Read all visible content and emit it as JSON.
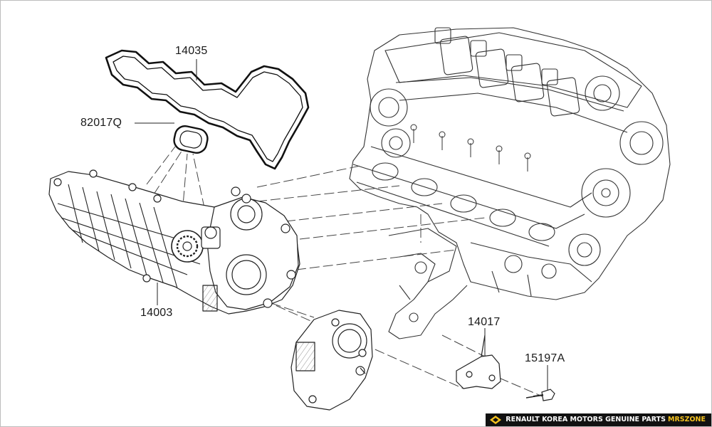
{
  "diagram": {
    "callouts": [
      {
        "id": "14035",
        "text": "14035"
      },
      {
        "id": "82017Q",
        "text": "82017Q"
      },
      {
        "id": "14003",
        "text": "14003"
      },
      {
        "id": "14017",
        "text": "14017"
      },
      {
        "id": "15197A",
        "text": "15197A"
      }
    ],
    "line_color": "#222222",
    "dash_color": "#444444"
  },
  "footer": {
    "text": "RENAULT KOREA MOTORS GENUINE PARTS",
    "brand": "MRSZONE",
    "brand_color": "#f4c21f",
    "logo": "diamond-logo-icon"
  }
}
